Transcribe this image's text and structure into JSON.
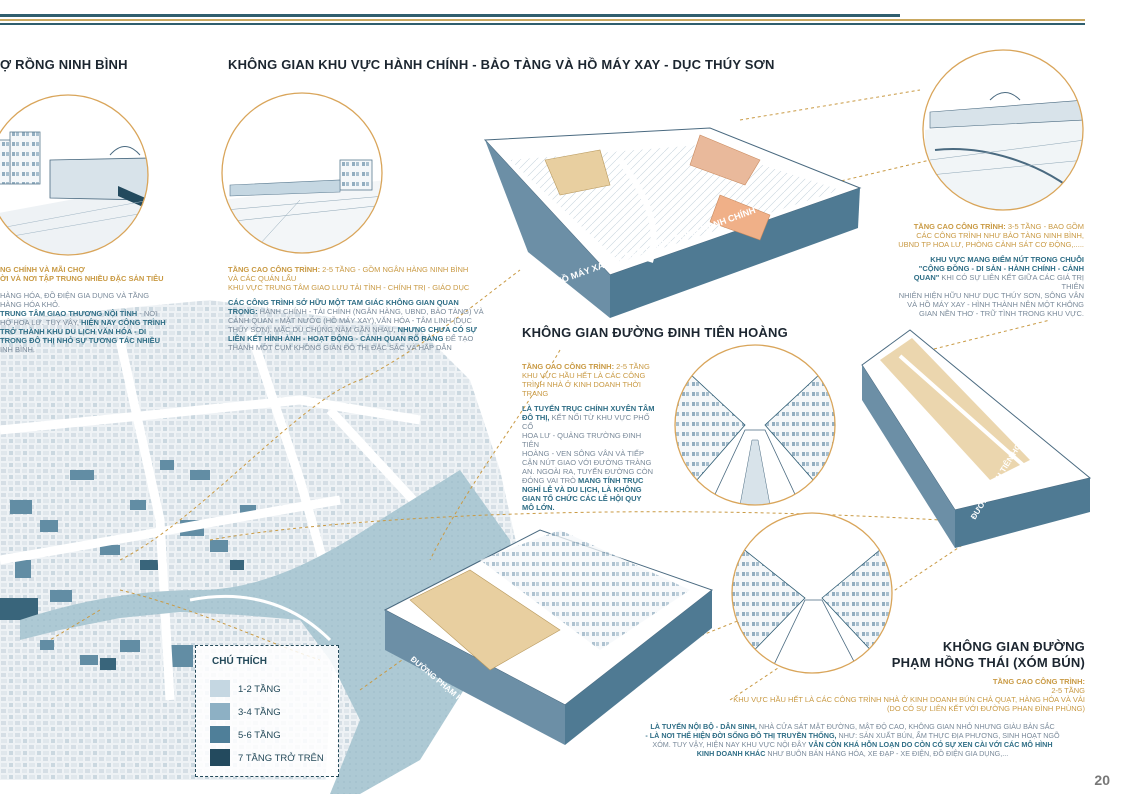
{
  "page_number": "20",
  "titles": {
    "left": "Ợ RỒNG NINH BÌNH",
    "hanh_chinh": "KHÔNG GIAN KHU VỰC HÀNH CHÍNH - BẢO TÀNG VÀ HỒ MÁY XAY - DỤC THÚY SƠN",
    "dinh_tien_hoang": "KHÔNG GIAN ĐƯỜNG ĐINH TIÊN HOÀNG",
    "pham_hong_thai_1": "KHÔNG GIAN ĐƯỜNG",
    "pham_hong_thai_2": "PHẠM HỒNG THÁI (XÓM BÚN)"
  },
  "model_labels": {
    "ho_may_xay": "HỒ MÁY XAY VÀ CÁC CÔNG TRÌNH HÀNH CHÍNH",
    "dinh_tien_hoang": "ĐƯỜNG ĐINH TIÊN HOÀNG",
    "pham_hong_thai": "ĐƯỜNG PHẠM HỒNG THÁI"
  },
  "texts": {
    "left_1": "NG CHÍNH VÀ MÃI CHỢ",
    "left_2": "ỜI VÀ NƠI TẬP TRUNG NHIỀU ĐẶC SẢN TIÊU",
    "left_3": "HÀNG HÓA, ĐỒ ĐIỆN GIA DỤNG VÀ TẦNG",
    "left_4": "HÀNG HÓA KHỎ.",
    "left_5": "TRUNG TÂM GIAO THƯƠNG NỘI TỈNH",
    "left_5b": " - NƠI",
    "left_6": "HỘ HOA LƯ. TUY VẬY,",
    "left_6b": " HIỆN NAY CÔNG TRÌNH",
    "left_7": "TRỞ THÀNH KHU DU LỊCH VĂN HÓA - DI",
    "left_8": "TRONG ĐÔ THỊ NHỎ SỰ TƯƠNG TÁC NHIỀU",
    "left_9": "INH BÌNH.",
    "hc_gold_label": "TẦNG CAO CÔNG TRÌNH:",
    "hc_gold_text": " 2-5 TẦNG - GỒM NGÂN HÀNG NINH BÌNH",
    "hc_gold_2": "VÀ CÁC QUÁN LẨU",
    "hc_gold_3": "KHU VỰC TRUNG TÂM GIAO LƯU TẢI TỈNH - CHÍNH TRỊ - GIÁO DỤC",
    "hc_teal_1": "CÁC CÔNG TRÌNH SỞ HỮU MỘT TAM GIÁC KHÔNG GIAN QUAN",
    "hc_teal_2": "TRỌNG:",
    "hc_teal_2b": " HÀNH CHÍNH - TÀI CHÍNH (NGÂN HÀNG, UBND, BẢO TÀNG) VÀ",
    "hc_3": "CẢNH QUAN - MẶT NƯỚC (HỒ MÁY XAY),VĂN HÓA - TÂM LINH (DỤC",
    "hc_4": "THÚY SƠN). MẶC DÙ CHÚNG NẰM GẦN NHAU,",
    "hc_4b": " NHƯNG CHƯA CÓ SỰ",
    "hc_5": "LIÊN KẾT HÌNH ẢNH - HOẠT ĐỘNG - CẢNH QUAN RÕ RÀNG",
    "hc_5b": " ĐỂ TẠO",
    "hc_6": "THÀNH MỘT CỤM KHÔNG GIAN ĐÔ THỊ ĐẶC SẮC VÀ HẤP DẪN",
    "r1_label": "TẦNG CAO CÔNG TRÌNH:",
    "r1_text": " 3-5 TẦNG - BAO GỒM",
    "r1_2": "CÁC CÔNG TRÌNH NHƯ BẢO TÀNG NINH BÌNH,",
    "r1_3": "UBND TP HOA LƯ, PHÒNG CẢNH SÁT CƠ ĐỘNG,.....",
    "r2_1": "KHU VỰC MANG ĐIỂM NÚT TRONG CHUỖI",
    "r2_2": "\"CỘNG ĐỒNG - DI SẢN - HÀNH CHÍNH - CẢNH",
    "r2_3": "QUAN\"",
    "r2_3b": " KHI CÓ SỰ LIÊN KẾT GIỮA CÁC GIÁ TRỊ THIÊN",
    "r2_4": "NHIÊN HIỆN HỮU NHƯ DỤC THÚY SƠN, SÔNG VÂN",
    "r2_5": "VÀ HỒ MÁY XAY - HÌNH THÀNH NÊN MỘT KHÔNG",
    "r2_6": "GIAN NỀN THƠ - TRỮ TÌNH TRONG KHU VỰC.",
    "dth_1": "TẦNG CAO CÔNG TRÌNH:",
    "dth_1b": " 2-5 TẦNG",
    "dth_2": "KHU VỰC HẦU HẾT LÀ CÁC CÔNG",
    "dth_3": "TRÌNH NHÀ Ở KINH DOANH THỜI",
    "dth_4": "TRANG",
    "dth_5": "LÀ TUYẾN TRỤC CHÍNH XUYÊN TÂM",
    "dth_6": "ĐÔ THỊ,",
    "dth_6b": " KẾT NỐI TỪ KHU VỰC PHỐ CỔ",
    "dth_7": "HOA LƯ - QUẢNG TRƯỜNG ĐINH TIÊN",
    "dth_8": "HOÀNG - VEN SÔNG VÂN VÀ TIẾP",
    "dth_9": "CẬN NÚT GIAO VỚI ĐƯỜNG TRÀNG",
    "dth_10": "AN. NGOÀI RA, TUYẾN ĐƯỜNG CÒN",
    "dth_11": "ĐÓNG VAI TRÒ",
    "dth_11b": " MANG TÍNH TRỤC",
    "dth_12": "NGHỈ LỄ VÀ DU LỊCH, LÀ KHÔNG",
    "dth_13": "GIAN TỔ CHỨC CÁC LỄ HỘI QUY",
    "dth_14": "MÔ LỚN.",
    "pht_1": "TẦNG CAO CÔNG TRÌNH:",
    "pht_2": "2-5 TẦNG",
    "pht_3": "KHU VỰC HẦU HẾT LÀ CÁC CÔNG TRÌNH NHÀ Ở KINH DOANH BÚN CHẢ QUẠT, HÀNG HÓA VÀ VẢI",
    "pht_4": "(DO CÓ SỰ LIÊN KẾT VỚI ĐƯỜNG PHAN ĐÌNH PHÙNG)",
    "pht_5": "LÀ TUYẾN NỘI BỘ - DÂN SINH,",
    "pht_5b": " NHÀ CỬA SÁT MẶT ĐƯỜNG, MẬT ĐỘ CAO, KHÔNG GIAN NHỎ NHƯNG GIÀU BẢN SẮC",
    "pht_6": "- LÀ NƠI THỂ HIỆN ĐỜI SỐNG ĐÔ THỊ TRUYỀN THỐNG,",
    "pht_6b": " NHƯ: SẢN XUẤT BÚN, ẨM THỰC ĐỊA PHƯƠNG, SINH HOẠT NGÕ",
    "pht_7": "XÓM. TUY VẬY, HIỆN NAY KHU VỰC NỘI ĐÂY",
    "pht_7b": " VẪN CÒN KHÁ HỖN LOẠN DO CÒN CÓ SỰ XEN CÀI VỚI CÁC MÔ HÌNH",
    "pht_8": "KINH DOANH KHÁC",
    "pht_8b": " NHƯ BUÔN BÁN HÀNG HÓA, XE ĐẠP - XE ĐIỆN, ĐỒ ĐIỆN GIA DỤNG,..."
  },
  "legend": {
    "title": "CHÚ THÍCH",
    "items": [
      {
        "label": "1-2 TẦNG",
        "color": "#c5d7e2"
      },
      {
        "label": "3-4 TẦNG",
        "color": "#8db0c4"
      },
      {
        "label": "5-6 TẦNG",
        "color": "#4f7f99"
      },
      {
        "label": "7 TẦNG TRỞ TRÊN",
        "color": "#234a5e"
      }
    ]
  },
  "colors": {
    "accent_gold": "#c99a44",
    "accent_teal": "#2f6e86",
    "model_side": "#6c8fa6",
    "highlight": "#e8cfa0",
    "water": "#a9c7d2"
  }
}
